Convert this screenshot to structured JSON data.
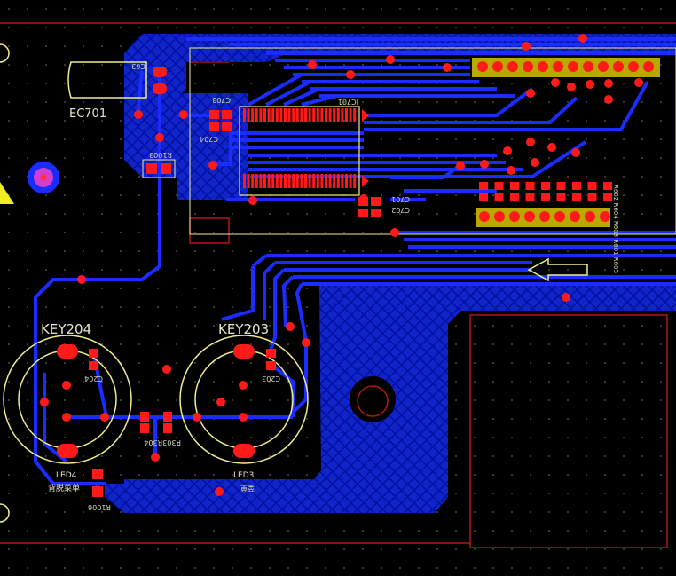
{
  "board": {
    "colors": {
      "background": "#000000",
      "top_copper": "#1a2cff",
      "pad": "#ff1a1a",
      "silkscreen": "#f0ee90",
      "outline": "#b01818",
      "grid_dot": "#4a4a4a",
      "header": "#b8a800"
    },
    "labels": {
      "ec701": "EC701",
      "key204": "KEY204",
      "key203": "KEY203",
      "led4": "LED4",
      "led3": "LED3",
      "r1006": "R1006",
      "r1003": "R1003",
      "r303r304": "R303R304",
      "c204": "C204",
      "c203": "C203",
      "c703": "C703",
      "c704": "C704",
      "c701": "C701",
      "c702": "C702",
      "ic701": "IC701",
      "led4_note": "背脱菜单",
      "led3_note": "菜单",
      "resistor_bank": "R602 R604 R603 R601 R605",
      "ec_small": "C63"
    }
  }
}
